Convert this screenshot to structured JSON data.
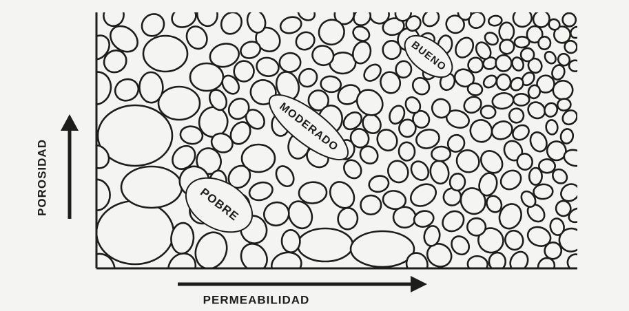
{
  "labels": {
    "y_axis": "POROSIDAD",
    "x_axis": "PERMEABILIDAD",
    "zone_good": "BUENO",
    "zone_moderate": "MODERADO",
    "zone_poor": "POBRE"
  },
  "colors": {
    "background": "#f4f4f2",
    "ink": "#1d1d1d",
    "grain_fill": "#f4f4f2"
  }
}
